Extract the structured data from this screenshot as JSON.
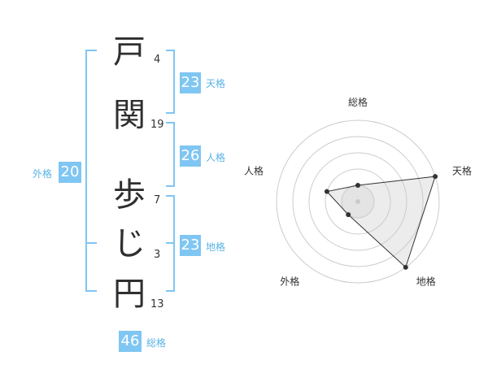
{
  "name": {
    "characters": [
      "戸",
      "関",
      "歩",
      "じ",
      "円"
    ],
    "strokes": [
      "4",
      "19",
      "7",
      "3",
      "13"
    ]
  },
  "fortune": {
    "tenkaku": {
      "label": "天格",
      "value": "23"
    },
    "jinkaku": {
      "label": "人格",
      "value": "26"
    },
    "chikaku": {
      "label": "地格",
      "value": "23"
    },
    "gaikaku": {
      "label": "外格",
      "value": "20"
    },
    "soukaku": {
      "label": "総格",
      "value": "46"
    }
  },
  "colors": {
    "accent": "#7fc6f2",
    "accent_text": "#59b3e6",
    "text": "#333333"
  },
  "chart_data": {
    "type": "radar",
    "axes": [
      "総格",
      "天格",
      "地格",
      "外格",
      "人格"
    ],
    "values": [
      1,
      5,
      5,
      1,
      2
    ],
    "max": 5,
    "grid_levels": 5
  }
}
